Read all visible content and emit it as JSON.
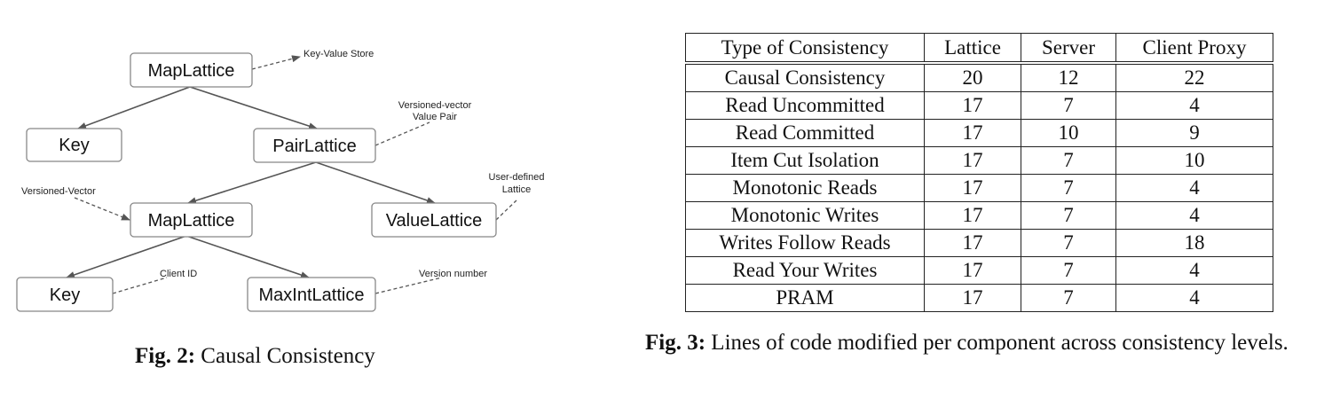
{
  "fig2": {
    "caption_label": "Fig. 2:",
    "caption_text": "Causal Consistency",
    "nodes": {
      "root_maplattice": "MapLattice",
      "key_top": "Key",
      "pairlattice": "PairLattice",
      "inner_maplattice": "MapLattice",
      "valuelattice": "ValueLattice",
      "key_bottom": "Key",
      "maxintlattice": "MaxIntLattice"
    },
    "notes": {
      "kv_store": "Key-Value Store",
      "vv_pair_line1": "Versioned-vector",
      "vv_pair_line2": "Value Pair",
      "versioned_vector": "Versioned-Vector",
      "user_defined_line1": "User-defined",
      "user_defined_line2": "Lattice",
      "client_id": "Client ID",
      "version_number": "Version number"
    }
  },
  "fig3": {
    "caption_label": "Fig. 3:",
    "caption_text": "Lines of code modified per component across consistency levels.",
    "headers": [
      "Type of Consistency",
      "Lattice",
      "Server",
      "Client Proxy"
    ],
    "rows": [
      [
        "Causal Consistency",
        "20",
        "12",
        "22"
      ],
      [
        "Read Uncommitted",
        "17",
        "7",
        "4"
      ],
      [
        "Read Committed",
        "17",
        "10",
        "9"
      ],
      [
        "Item Cut Isolation",
        "17",
        "7",
        "10"
      ],
      [
        "Monotonic Reads",
        "17",
        "7",
        "4"
      ],
      [
        "Monotonic Writes",
        "17",
        "7",
        "4"
      ],
      [
        "Writes Follow Reads",
        "17",
        "7",
        "18"
      ],
      [
        "Read Your Writes",
        "17",
        "7",
        "4"
      ],
      [
        "PRAM",
        "17",
        "7",
        "4"
      ]
    ]
  }
}
